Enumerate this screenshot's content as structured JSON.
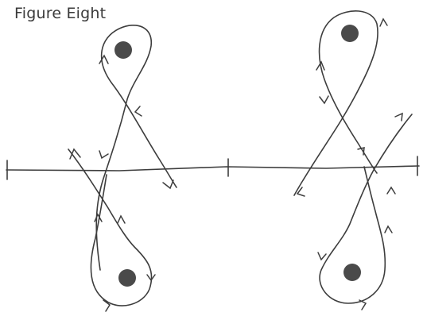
{
  "title": "Figure Eight",
  "colors": {
    "ink": "#3d3d3d",
    "background": "#ffffff"
  },
  "diagram": {
    "figures": [
      {
        "name": "left-figure-eight",
        "dots": 2
      },
      {
        "name": "right-figure-eight",
        "dots": 2
      }
    ],
    "horizontal_line": {
      "ticks": 3
    }
  }
}
